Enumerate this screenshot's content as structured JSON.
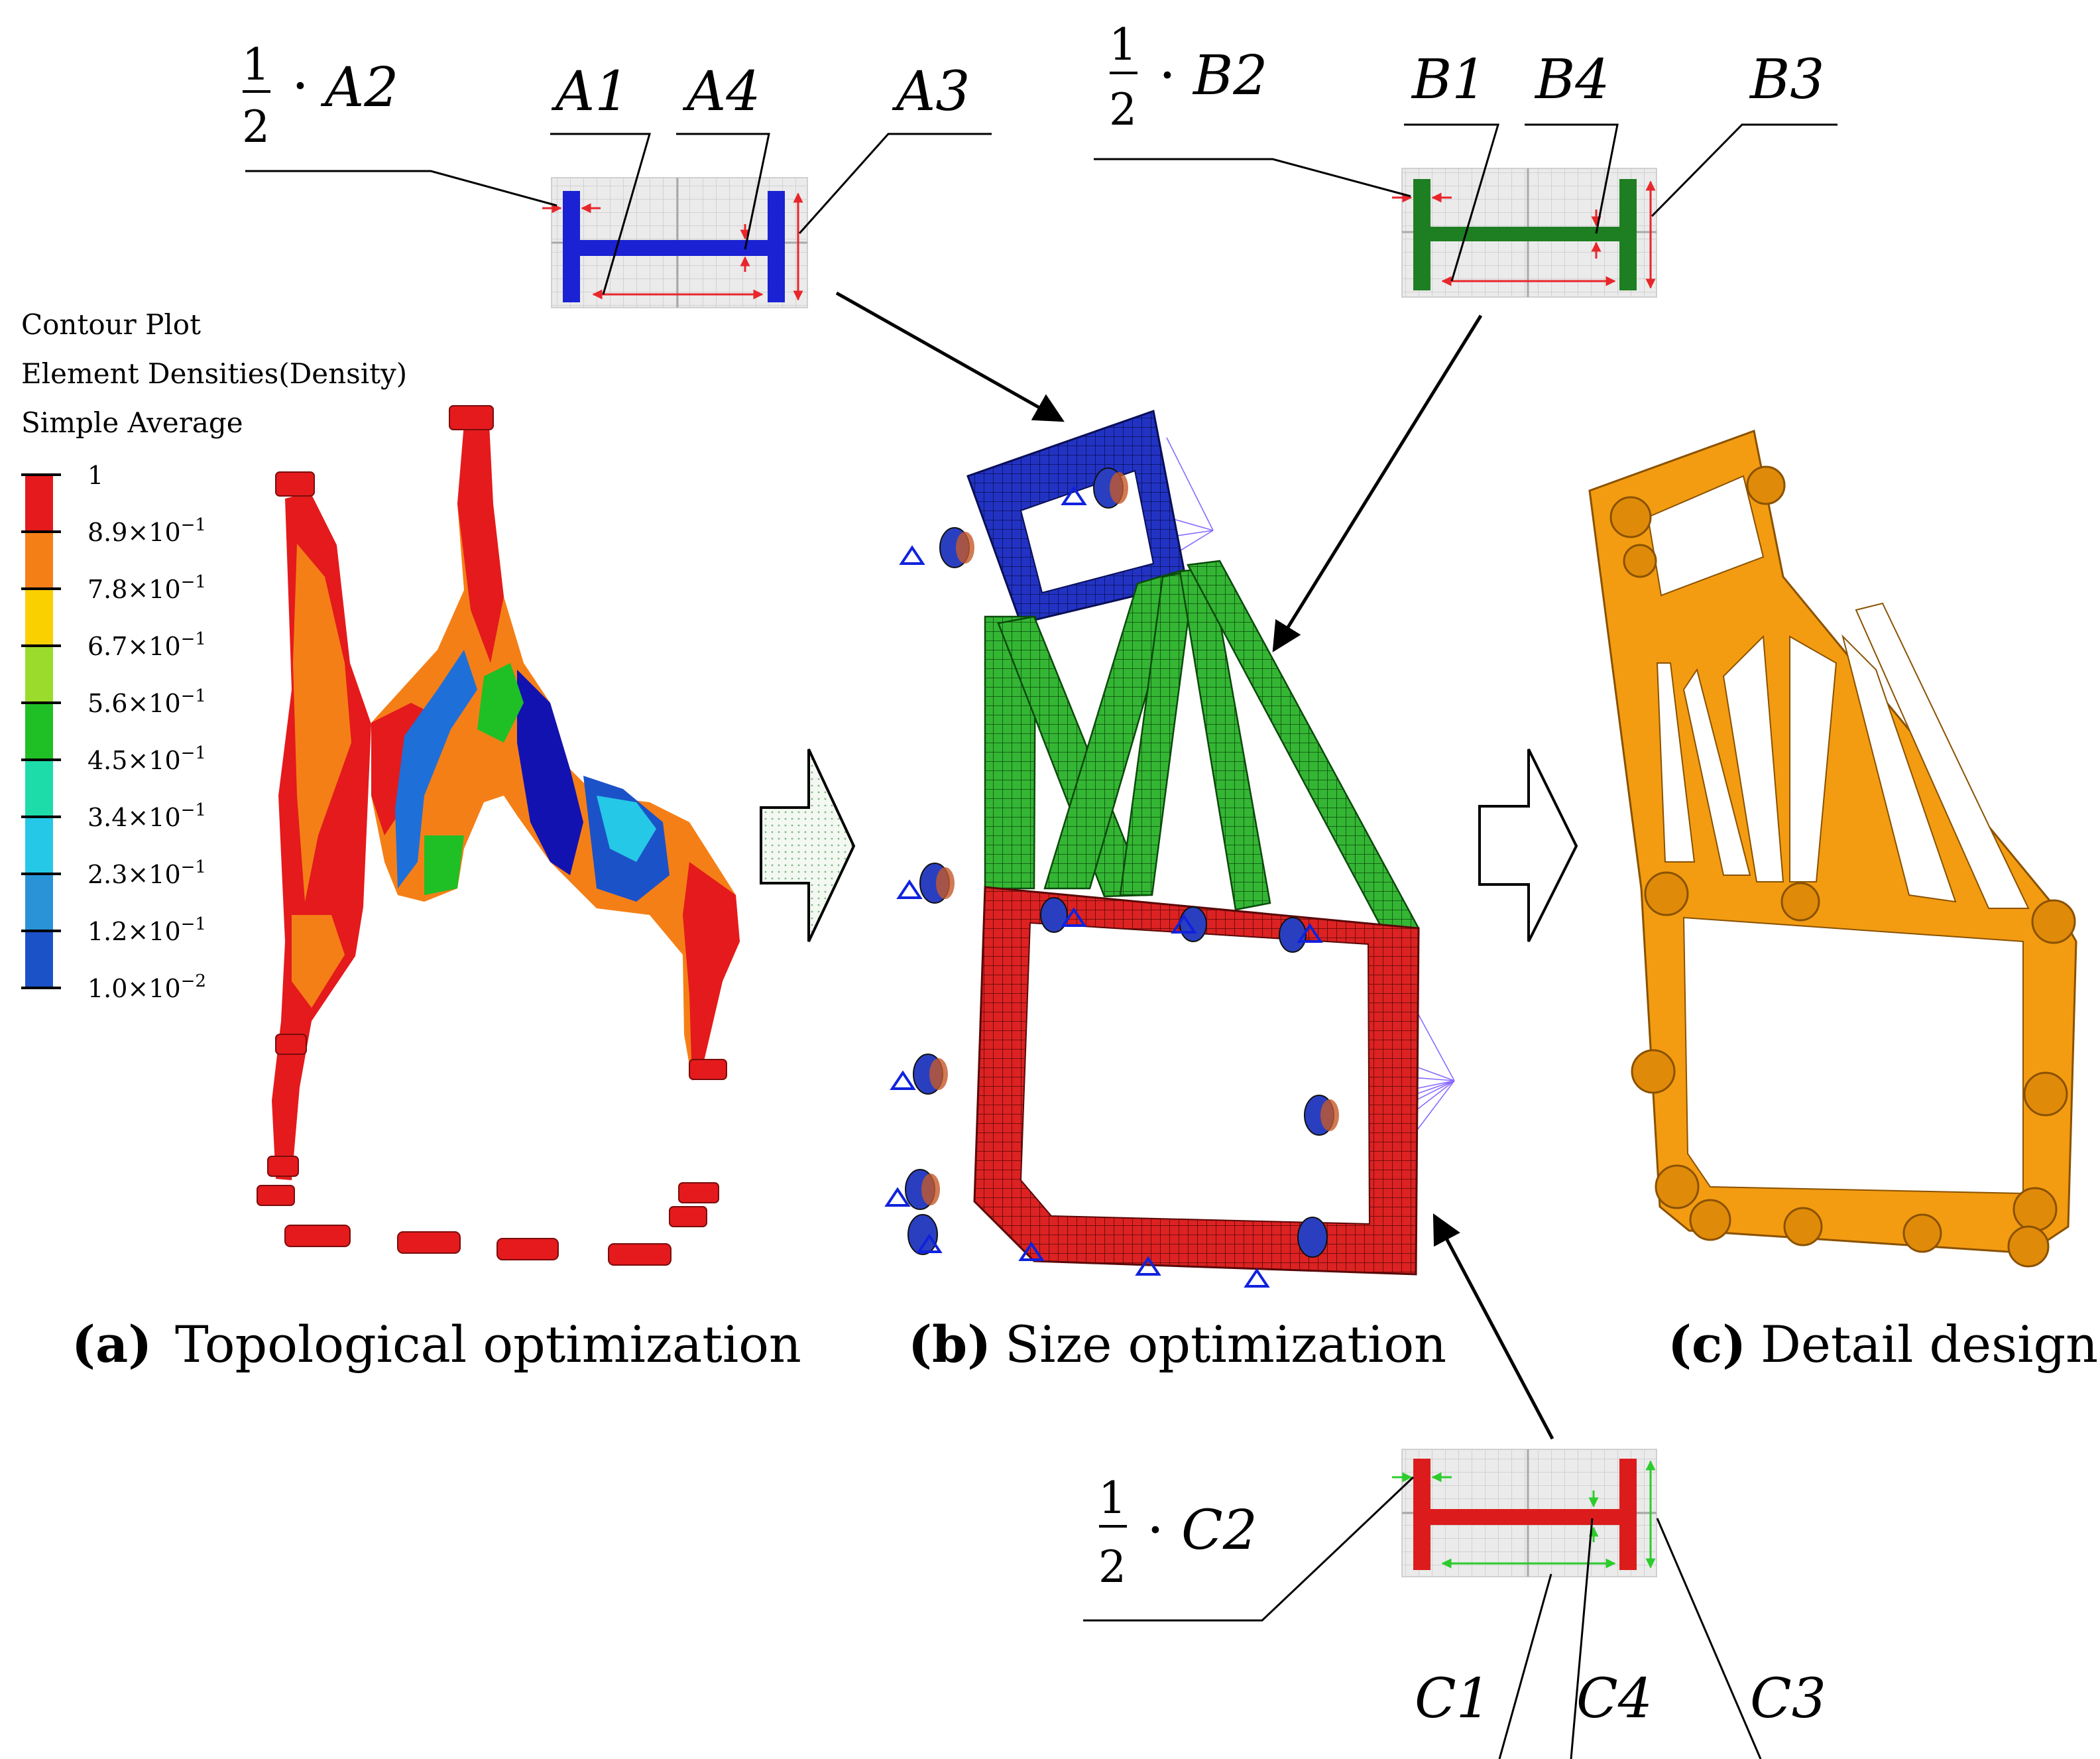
{
  "colors": {
    "density_1": "#e41a1c",
    "density_0_89": "#f57f17",
    "density_0_78": "#fbd000",
    "density_0_67": "#9bdb2c",
    "density_0_56": "#1fbf26",
    "density_0_45": "#1ddcaa",
    "density_0_34": "#25c8e6",
    "density_0_23": "#2a93d8",
    "density_0_12": "#1c52c8",
    "density_0_01": "#1212b0",
    "section_a": "#1a22d4",
    "section_b": "#1e7e22",
    "section_c": "#dc1c1c",
    "detail_orange": "#f39c12",
    "mesh_blue": "#1f2fb8",
    "mesh_green": "#2bb02b",
    "mesh_red": "#d81e1e",
    "dim_red": "#e8262b",
    "dim_green": "#2ccc2c"
  },
  "legend": {
    "line1": "Contour Plot",
    "line2": "Element Densities(Density)",
    "line3": "Simple Average",
    "ticks": [
      {
        "mant": "1",
        "exp": ""
      },
      {
        "mant": "8.9×10",
        "exp": "−1"
      },
      {
        "mant": "7.8×10",
        "exp": "−1"
      },
      {
        "mant": "6.7×10",
        "exp": "−1"
      },
      {
        "mant": "5.6×10",
        "exp": "−1"
      },
      {
        "mant": "4.5×10",
        "exp": "−1"
      },
      {
        "mant": "3.4×10",
        "exp": "−1"
      },
      {
        "mant": "2.3×10",
        "exp": "−1"
      },
      {
        "mant": "1.2×10",
        "exp": "−1"
      },
      {
        "mant": "1.0×10",
        "exp": "−2"
      }
    ]
  },
  "section_a": {
    "half": "1",
    "den": "2",
    "dot": "·",
    "half_label": "A2",
    "l1": "A1",
    "l4": "A4",
    "l3": "A3"
  },
  "section_b": {
    "half": "1",
    "den": "2",
    "dot": "·",
    "half_label": "B2",
    "l1": "B1",
    "l4": "B4",
    "l3": "B3"
  },
  "section_c": {
    "half": "1",
    "den": "2",
    "dot": "·",
    "half_label": "C2",
    "l1": "C1",
    "l4": "C4",
    "l3": "C3"
  },
  "captions": {
    "a_tag": "(a)",
    "a_text": "Topological optimization",
    "b_tag": "(b)",
    "b_text": "Size optimization",
    "c_tag": "(c)",
    "c_text": "Detail design"
  }
}
